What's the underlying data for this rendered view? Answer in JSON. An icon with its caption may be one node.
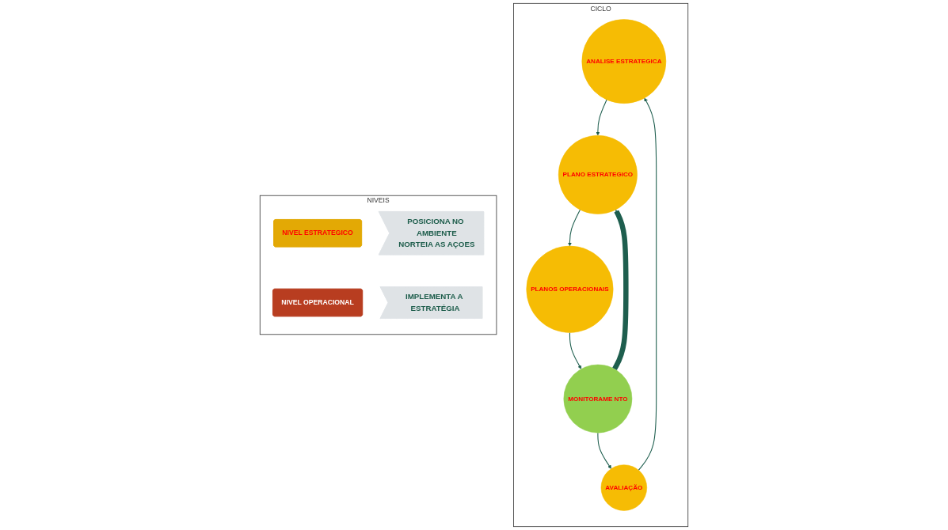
{
  "diagram": {
    "nodes": [
      {
        "text": [
          "NIVEIS"
        ]
      },
      {
        "text": [
          "NIVEL ESTRATEGICO"
        ],
        "in": 0
      },
      {
        "text": [
          "POSICIONA NO AMBIENTE",
          "NORTEIA AS AÇOES"
        ],
        "in": 0
      },
      {
        "text": [
          "NIVEL OPERACIONAL"
        ],
        "in": 0
      },
      {
        "text": [
          "IMPLEMENTA A ESTRATÉGIA"
        ],
        "in": 0
      },
      {
        "text": [
          "CICLO"
        ]
      },
      {
        "text": [
          "ANALISE ESTRATEGICA"
        ],
        "in": 5
      },
      {
        "text": [
          "PLANO ESTRATEGICO"
        ],
        "in": 5
      },
      {
        "text": [
          "PLANOS OPERACIONAIS"
        ],
        "in": 5
      },
      {
        "text": [
          "MONITORAME NTO"
        ],
        "in": 5
      },
      {
        "text": [
          "AVALIAÇÃO"
        ],
        "in": 5
      }
    ],
    "edges": [
      {
        "from": 6,
        "to": 7,
        "arrow": "to"
      },
      {
        "from": 7,
        "to": 8,
        "arrow": "to"
      },
      {
        "from": 8,
        "to": 9,
        "arrow": "to"
      },
      {
        "from": 9,
        "to": 10,
        "arrow": "to"
      },
      {
        "from": 10,
        "to": 6,
        "arrow": "to"
      },
      {
        "from": 9,
        "to": 7,
        "arrow": "to",
        "style": "thick"
      }
    ]
  }
}
